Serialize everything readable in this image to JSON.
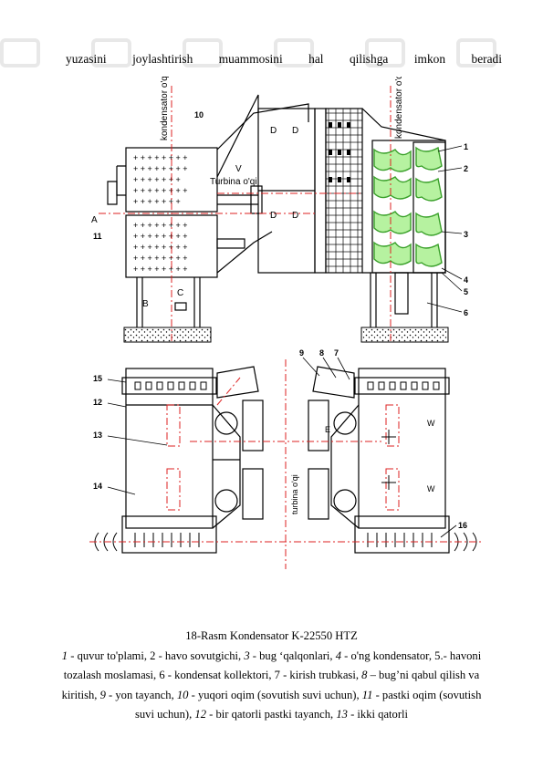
{
  "top_text": [
    "yuzasini",
    "joylashtirish",
    "muammosini",
    "hal",
    "qilishga",
    "imkon",
    "beradi"
  ],
  "figure": {
    "label_kondensator_oqi_left": "kondensator o'qi",
    "label_kondensator_oqi_right": "kondensator o'qi",
    "label_turbina_oqi": "Turbina o'qi",
    "label_turbina_oqi_bottom": "turbina o'qi",
    "letters": {
      "A": "A",
      "B": "B",
      "C": "C",
      "D": "D",
      "V": "V",
      "E": "E",
      "W": "W"
    },
    "numbers": [
      "1",
      "2",
      "3",
      "4",
      "5",
      "6",
      "7",
      "8",
      "9",
      "10",
      "11",
      "12",
      "13",
      "14",
      "15",
      "16"
    ]
  },
  "caption": {
    "title": "18-Rasm Kondensator K-22550 HTZ",
    "items": [
      {
        "num": "1",
        "text": " - quvur to'plami, 2 - havo sovutgichi, "
      },
      {
        "num": "3",
        "text": " - bug ‘qalqonlari, "
      },
      {
        "num": "4",
        "text": " - o'ng kondensator, 5.- havoni tozalash moslamasi, 6 - kondensat kollektori, 7 - kirish trubkasi, "
      },
      {
        "num": "8",
        "text": " – bug’ni qabul qilish va kiritish, "
      },
      {
        "num": "9",
        "text": " - yon tayanch, "
      },
      {
        "num": "10",
        "text": " - yuqori oqim (sovutish suvi uchun), "
      },
      {
        "num": "11",
        "text": " - pastki oqim (sovutish suvi uchun)"
      },
      {
        "num": ", 12",
        "text": " - bir qatorli pastki tayanch, "
      },
      {
        "num": "13",
        "text": " - ikki qatorli"
      }
    ]
  }
}
